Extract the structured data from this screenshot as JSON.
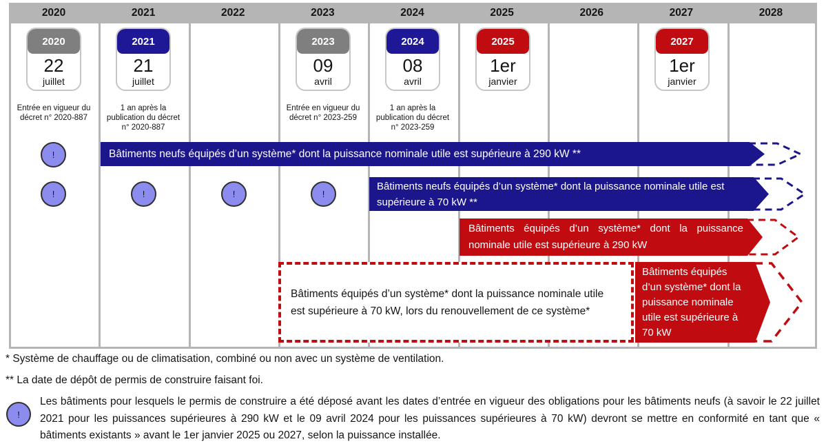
{
  "colors": {
    "navy": "#1c168c",
    "red": "#c00b10",
    "band_gray": "#b5b5b5",
    "calendar_gray": "#7f7f7f",
    "alert_fill": "#8b8cee"
  },
  "icons": {
    "alert_glyph": "!"
  },
  "header": {
    "years": [
      "2020",
      "2021",
      "2022",
      "2023",
      "2024",
      "2025",
      "2026",
      "2027",
      "2028"
    ]
  },
  "milestones": [
    {
      "year": "2020",
      "day": "22",
      "month": "juillet",
      "caption": "Entrée en vigueur du décret n° 2020-887"
    },
    {
      "year": "2021",
      "day": "21",
      "month": "juillet",
      "caption": "1 an après la publication du décret n° 2020-887"
    },
    {
      "year": "2023",
      "day": "09",
      "month": "avril",
      "caption": "Entrée en vigueur du décret n° 2023-259"
    },
    {
      "year": "2024",
      "day": "08",
      "month": "avril",
      "caption": "1 an après la publication du décret n° 2023-259"
    },
    {
      "year": "2025",
      "day": "1er",
      "month": "janvier",
      "caption": ""
    },
    {
      "year": "2027",
      "day": "1er",
      "month": "janvier",
      "caption": ""
    }
  ],
  "bars": [
    {
      "label": "Bâtiments neufs équipés d’un système* dont la puissance nominale utile est supérieure à 290 kW **"
    },
    {
      "label": "Bâtiments neufs équipés d’un système* dont la puissance nominale utile est supérieure à 70 kW **"
    },
    {
      "label": "Bâtiments équipés d’un système* dont la puissance nominale utile est supérieure à 290 kW"
    },
    {
      "label": "Bâtiments équipés d’un système* dont la puissance nominale utile est supérieure à 70 kW, lors du renouvellement de ce système*"
    },
    {
      "label": "Bâtiments équipés d’un système* dont la puissance nominale utile est supérieure à 70 kW"
    }
  ],
  "footnotes": {
    "note1": "* Système de chauffage ou de climatisation, combiné ou non avec un système de ventilation.",
    "note2": "** La date de dépôt de permis de construire faisant foi.",
    "alert_note": "Les bâtiments pour lesquels le permis de construire a été déposé avant les dates d’entrée en vigueur des obligations pour les bâtiments neufs (à savoir le 22 juillet 2021 pour les puissances supérieures à 290 kW et le 09 avril 2024 pour les puissances supérieures à 70 kW) devront se mettre en conformité en tant que « bâtiments existants » avant le 1er janvier 2025 ou 2027, selon la puissance installée."
  }
}
